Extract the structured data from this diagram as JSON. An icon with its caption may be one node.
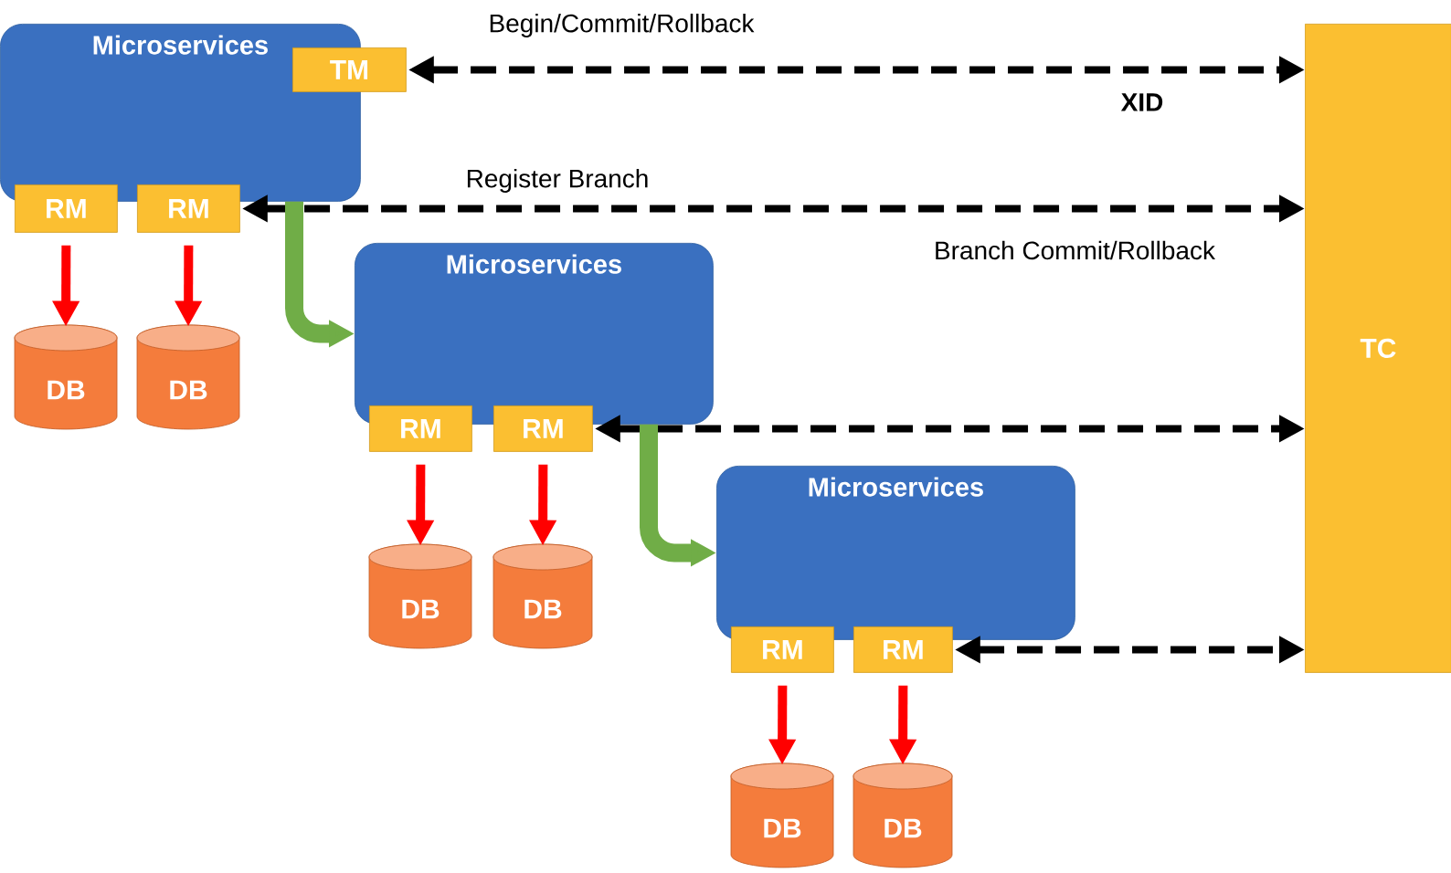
{
  "diagram": {
    "nodes": [
      {
        "text": [
          "Microservices"
        ]
      },
      {
        "text": [
          "TM"
        ]
      },
      {
        "text": [
          "RM"
        ]
      },
      {
        "text": [
          "RM"
        ]
      },
      {
        "text": [
          "DB"
        ]
      },
      {
        "text": [
          "DB"
        ]
      },
      {
        "text": [
          "Microservices"
        ]
      },
      {
        "text": [
          "RM"
        ]
      },
      {
        "text": [
          "RM"
        ]
      },
      {
        "text": [
          "DB"
        ]
      },
      {
        "text": [
          "DB"
        ]
      },
      {
        "text": [
          "Microservices"
        ]
      },
      {
        "text": [
          "RM"
        ]
      },
      {
        "text": [
          "RM"
        ]
      },
      {
        "text": [
          "DB"
        ]
      },
      {
        "text": [
          "DB"
        ]
      },
      {
        "text": [
          "TC"
        ]
      }
    ],
    "edges": [
      {
        "from": 1,
        "to": 16,
        "arrow": "both",
        "style": "dashed",
        "color": "#000000",
        "label": "Begin/Commit/Rollback"
      },
      {
        "from": 3,
        "to": 16,
        "arrow": "both",
        "style": "dashed",
        "color": "#000000",
        "label": "Register Branch"
      },
      {
        "from": 8,
        "to": 16,
        "arrow": "both",
        "style": "dashed",
        "color": "#000000"
      },
      {
        "from": 13,
        "to": 16,
        "arrow": "both",
        "style": "dashed",
        "color": "#000000"
      },
      {
        "from": 2,
        "to": 4,
        "arrow": "to"
      },
      {
        "from": 3,
        "to": 5,
        "arrow": "to"
      },
      {
        "from": 7,
        "to": 9,
        "arrow": "to"
      },
      {
        "from": 8,
        "to": 10,
        "arrow": "to"
      },
      {
        "from": 12,
        "to": 14,
        "arrow": "to"
      },
      {
        "from": 13,
        "to": 15,
        "arrow": "to"
      },
      {
        "from": 0,
        "to": 6,
        "arrow": "to",
        "style": "thick",
        "color": "#70ad47"
      },
      {
        "from": 6,
        "to": 11,
        "arrow": "to",
        "style": "thick",
        "color": "#70ad47"
      }
    ],
    "labels": [
      "XID",
      "Branch Commit/Rollback"
    ]
  }
}
